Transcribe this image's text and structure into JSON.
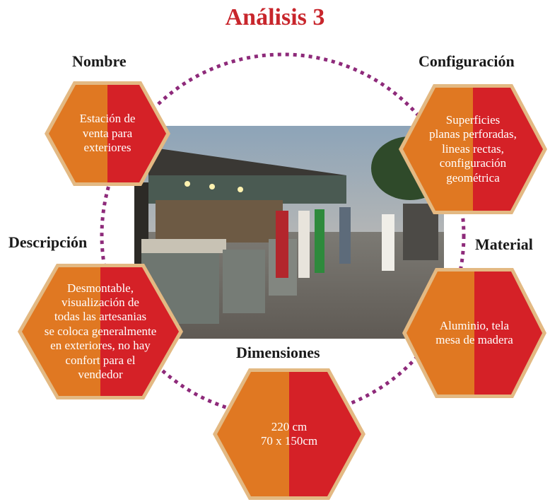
{
  "title": "Análisis 3",
  "colors": {
    "orange": "#e07822",
    "red": "#d52127",
    "border": "#e3b983",
    "dots": "#8e2a7a",
    "title": "#c8262c"
  },
  "nodes": {
    "nombre": {
      "label": "Nombre",
      "text": "Estación de\nventa para\nexteriores"
    },
    "configuracion": {
      "label": "Configuración",
      "text": "Superficies\nplanas perforadas,\nlineas rectas,\nconfiguración\ngeométrica"
    },
    "descripcion": {
      "label": "Descripción",
      "text": "Desmontable,\nvisualización de\ntodas las artesanias\nse coloca generalmente\nen exteriores, no hay\nconfort para el\nvendedor"
    },
    "material": {
      "label": "Material",
      "text": "Aluminio, tela\nmesa de madera"
    },
    "dimensiones": {
      "label": "Dimensiones",
      "text": "220 cm\n70 x 150cm"
    }
  }
}
